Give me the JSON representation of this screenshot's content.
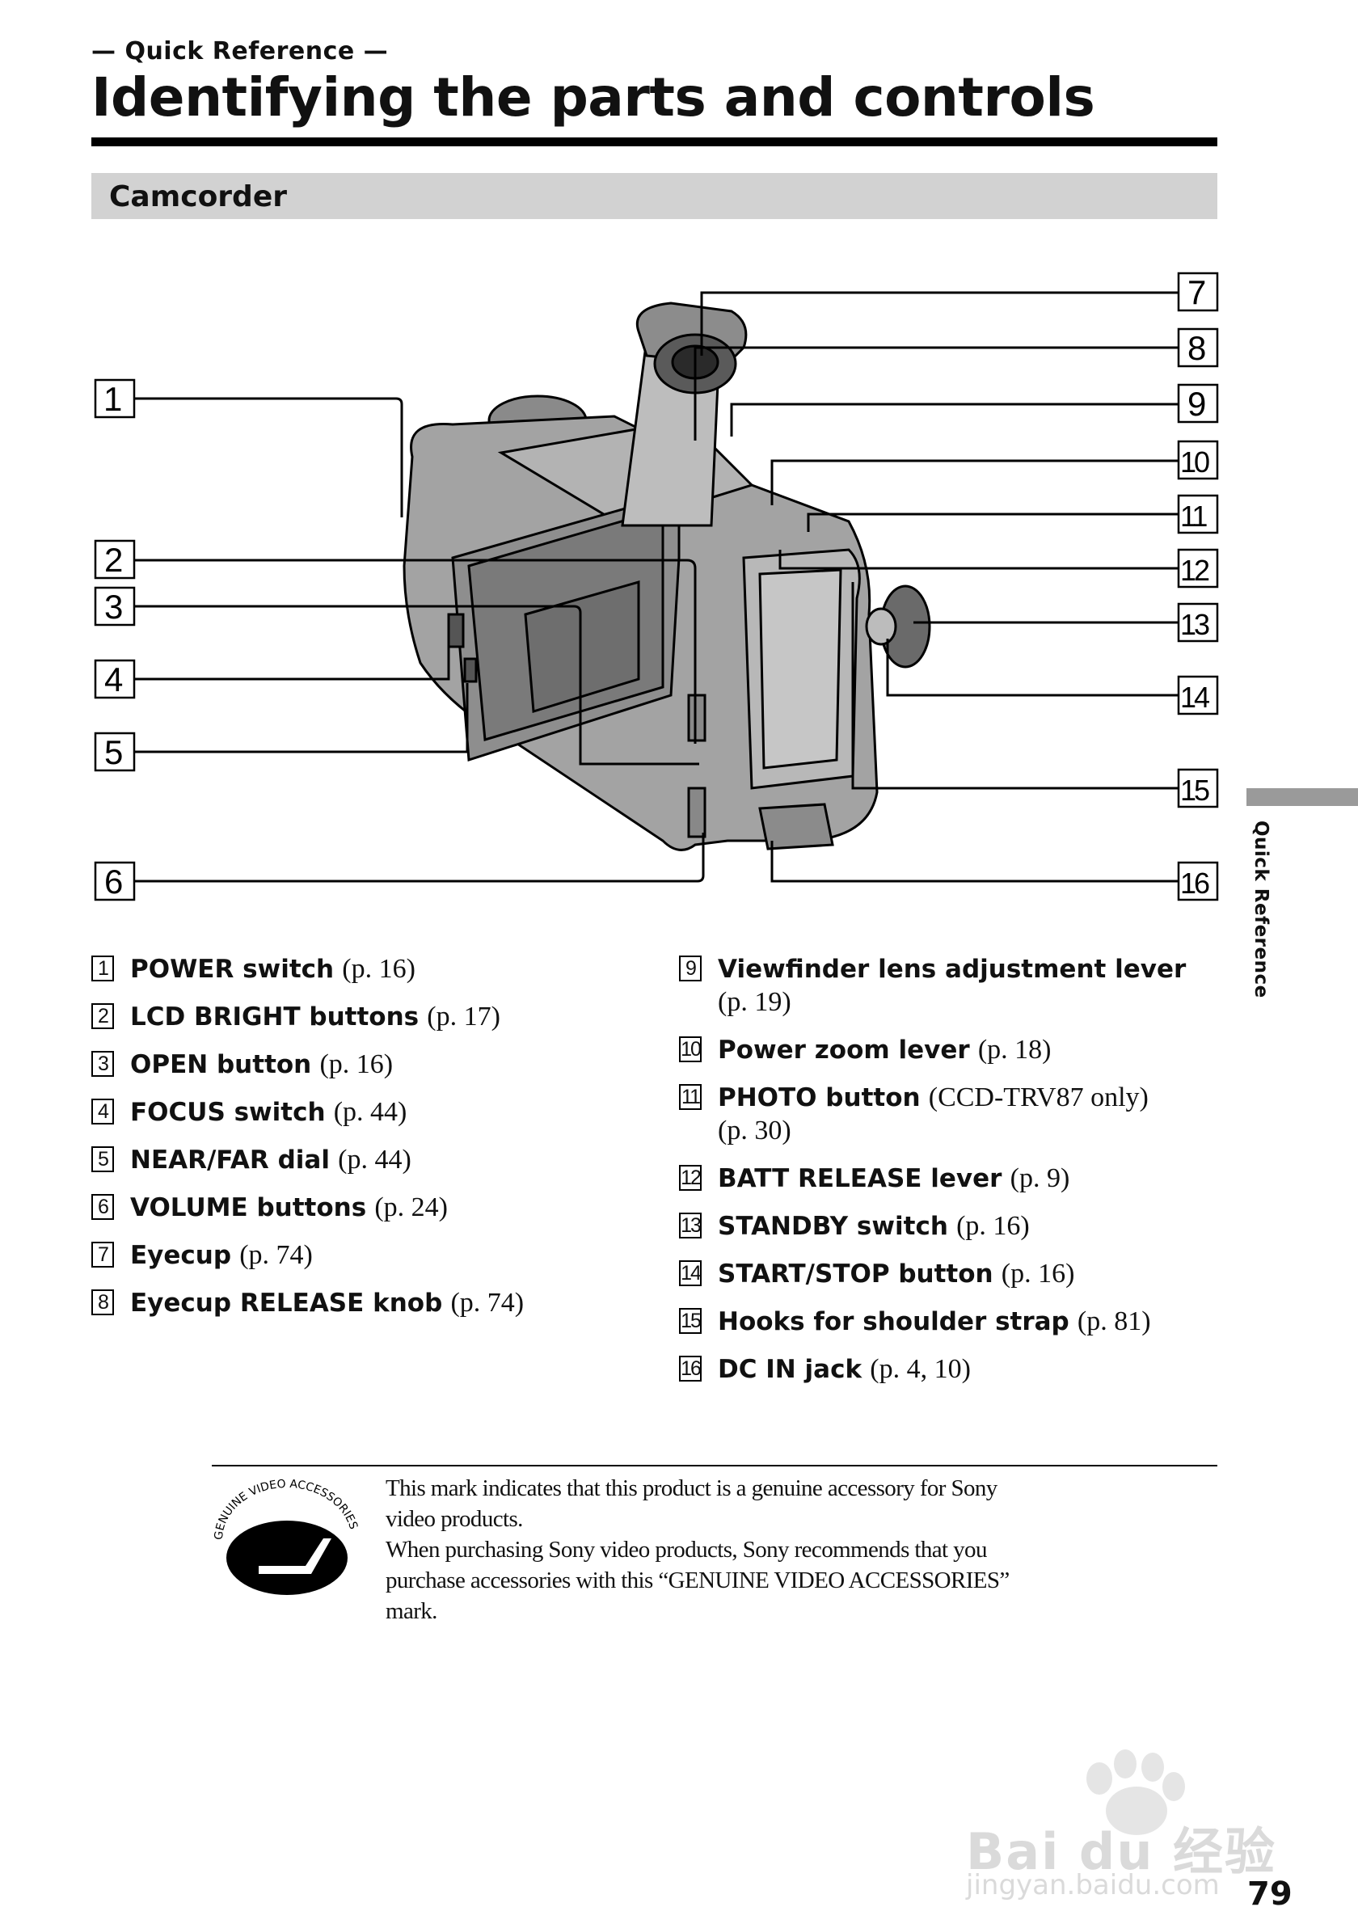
{
  "header": {
    "section_tag": "— Quick Reference —",
    "title": "Identifying the parts and controls",
    "subsection": "Camcorder"
  },
  "diagram": {
    "callouts": [
      "1",
      "2",
      "3",
      "4",
      "5",
      "6",
      "7",
      "8",
      "9",
      "10",
      "11",
      "12",
      "13",
      "14",
      "15",
      "16"
    ]
  },
  "parts_left": [
    {
      "num": "1",
      "name": "POWER switch",
      "ref": "(p. 16)"
    },
    {
      "num": "2",
      "name": "LCD BRIGHT buttons",
      "ref": "(p. 17)"
    },
    {
      "num": "3",
      "name": "OPEN button",
      "ref": "(p. 16)"
    },
    {
      "num": "4",
      "name": "FOCUS switch",
      "ref": "(p. 44)"
    },
    {
      "num": "5",
      "name": "NEAR/FAR dial",
      "ref": "(p. 44)"
    },
    {
      "num": "6",
      "name": "VOLUME buttons",
      "ref": "(p. 24)"
    },
    {
      "num": "7",
      "name": "Eyecup",
      "ref": "(p. 74)"
    },
    {
      "num": "8",
      "name": "Eyecup RELEASE knob",
      "ref": "(p. 74)"
    }
  ],
  "parts_right": [
    {
      "num": "9",
      "name": "Viewfinder lens adjustment lever",
      "ref": "(p. 19)"
    },
    {
      "num": "10",
      "name": "Power zoom lever",
      "ref": "(p. 18)"
    },
    {
      "num": "11",
      "name": "PHOTO button",
      "ref": "(CCD-TRV87 only) (p. 30)"
    },
    {
      "num": "12",
      "name": "BATT RELEASE lever",
      "ref": "(p. 9)"
    },
    {
      "num": "13",
      "name": "STANDBY switch",
      "ref": "(p. 16)"
    },
    {
      "num": "14",
      "name": "START/STOP button",
      "ref": "(p. 16)"
    },
    {
      "num": "15",
      "name": "Hooks for shoulder strap",
      "ref": "(p. 81)"
    },
    {
      "num": "16",
      "name": "DC IN jack",
      "ref": "(p. 4, 10)"
    }
  ],
  "side_label": "Quick Reference",
  "footer": {
    "logo_text": "GENUINE VIDEO ACCESSORIES",
    "line1": "This mark indicates that this product is a genuine accessory for Sony",
    "line2": "video products.",
    "line3": "When purchasing Sony video products, Sony recommends that you",
    "line4": "purchase accessories with this “GENUINE VIDEO ACCESSORIES”",
    "line5": "mark."
  },
  "page_number": "79",
  "watermark": {
    "brand": "Bai du 经验",
    "url": "jingyan.baidu.com"
  }
}
